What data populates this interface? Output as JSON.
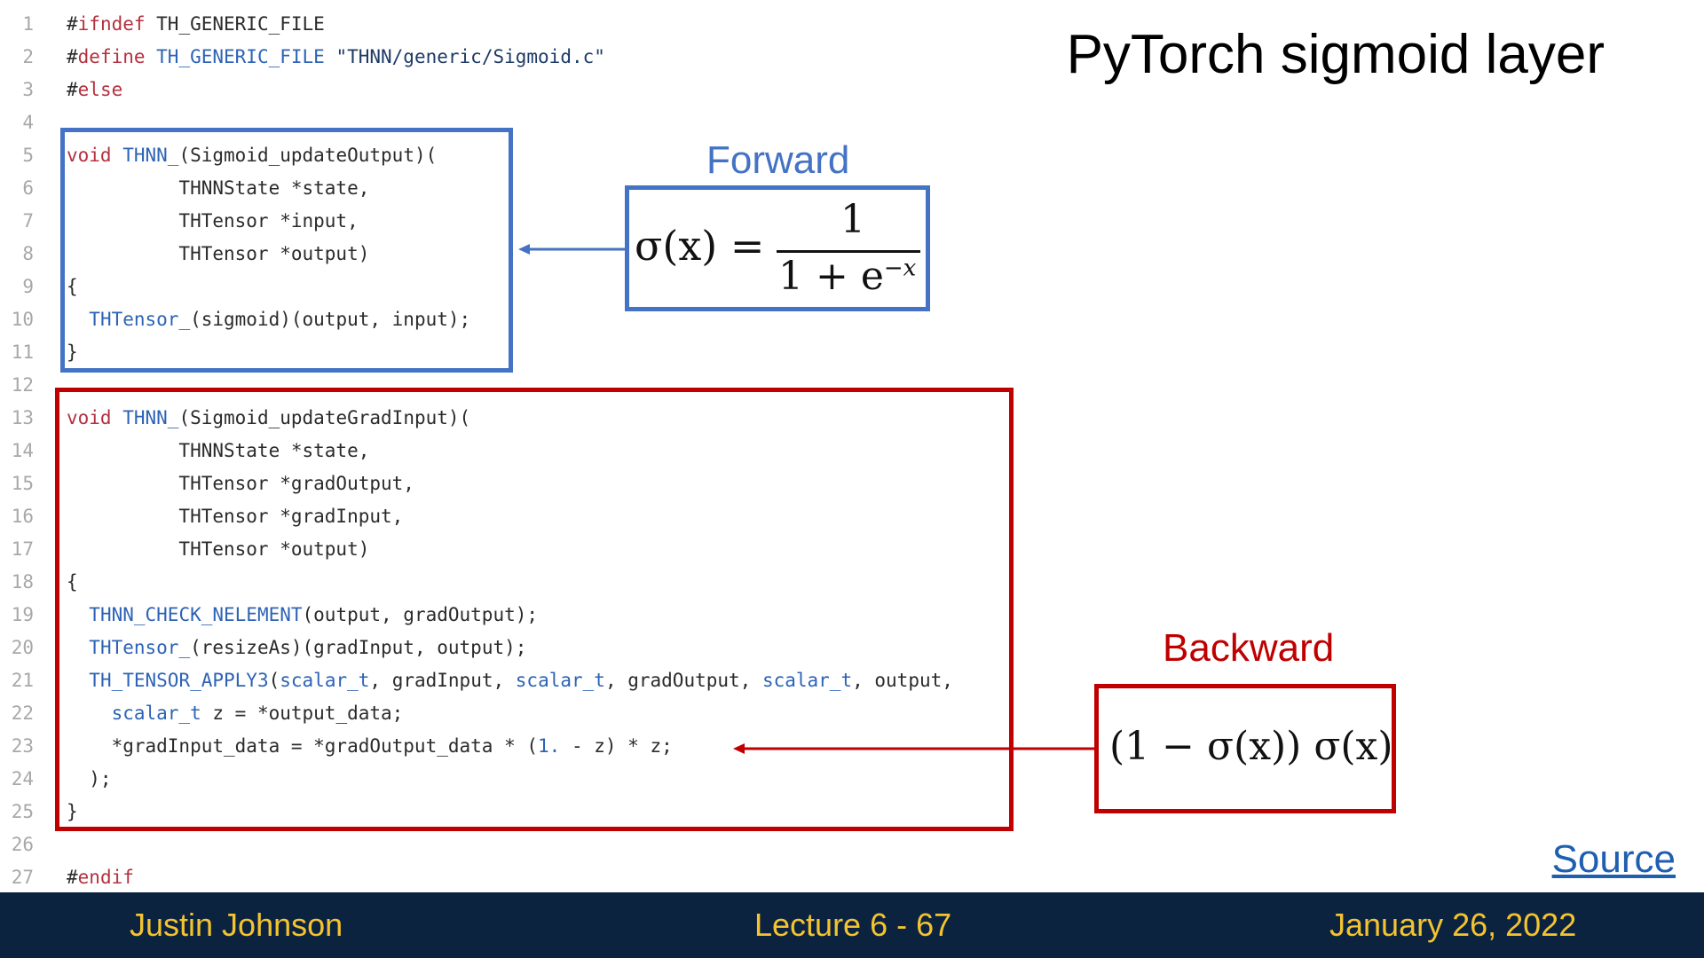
{
  "slide": {
    "title": "PyTorch sigmoid layer"
  },
  "code": {
    "line_numbers": [
      "1",
      "2",
      "3",
      "4",
      "5",
      "6",
      "7",
      "8",
      "9",
      "10",
      "11",
      "12",
      "13",
      "14",
      "15",
      "16",
      "17",
      "18",
      "19",
      "20",
      "21",
      "22",
      "23",
      "24",
      "25",
      "26",
      "27"
    ],
    "lines": [
      [
        {
          "t": "#",
          "c": ""
        },
        {
          "t": "ifndef",
          "c": "kw"
        },
        {
          "t": " TH_GENERIC_FILE",
          "c": ""
        }
      ],
      [
        {
          "t": "#",
          "c": ""
        },
        {
          "t": "define",
          "c": "kw"
        },
        {
          "t": " TH_GENERIC_FILE ",
          "c": "fn"
        },
        {
          "t": "\"THNN/generic/Sigmoid.c\"",
          "c": "str"
        }
      ],
      [
        {
          "t": "#",
          "c": ""
        },
        {
          "t": "else",
          "c": "kw"
        }
      ],
      [],
      [
        {
          "t": "void",
          "c": "kw"
        },
        {
          "t": " ",
          "c": ""
        },
        {
          "t": "THNN_",
          "c": "fn"
        },
        {
          "t": "(Sigmoid_updateOutput)(",
          "c": ""
        }
      ],
      [
        {
          "t": "          THNNState *state,",
          "c": ""
        }
      ],
      [
        {
          "t": "          THTensor *input,",
          "c": ""
        }
      ],
      [
        {
          "t": "          THTensor *output)",
          "c": ""
        }
      ],
      [
        {
          "t": "{",
          "c": ""
        }
      ],
      [
        {
          "t": "  ",
          "c": ""
        },
        {
          "t": "THTensor_",
          "c": "fn"
        },
        {
          "t": "(sigmoid)(output, input);",
          "c": ""
        }
      ],
      [
        {
          "t": "}",
          "c": ""
        }
      ],
      [],
      [
        {
          "t": "void",
          "c": "kw"
        },
        {
          "t": " ",
          "c": ""
        },
        {
          "t": "THNN_",
          "c": "fn"
        },
        {
          "t": "(Sigmoid_updateGradInput)(",
          "c": ""
        }
      ],
      [
        {
          "t": "          THNNState *state,",
          "c": ""
        }
      ],
      [
        {
          "t": "          THTensor *gradOutput,",
          "c": ""
        }
      ],
      [
        {
          "t": "          THTensor *gradInput,",
          "c": ""
        }
      ],
      [
        {
          "t": "          THTensor *output)",
          "c": ""
        }
      ],
      [
        {
          "t": "{",
          "c": ""
        }
      ],
      [
        {
          "t": "  ",
          "c": ""
        },
        {
          "t": "THNN_CHECK_NELEMENT",
          "c": "fn"
        },
        {
          "t": "(output, gradOutput);",
          "c": ""
        }
      ],
      [
        {
          "t": "  ",
          "c": ""
        },
        {
          "t": "THTensor_",
          "c": "fn"
        },
        {
          "t": "(resizeAs)(gradInput, output);",
          "c": ""
        }
      ],
      [
        {
          "t": "  ",
          "c": ""
        },
        {
          "t": "TH_TENSOR_APPLY3",
          "c": "fn"
        },
        {
          "t": "(",
          "c": ""
        },
        {
          "t": "scalar_t",
          "c": "fn"
        },
        {
          "t": ", gradInput, ",
          "c": ""
        },
        {
          "t": "scalar_t",
          "c": "fn"
        },
        {
          "t": ", gradOutput, ",
          "c": ""
        },
        {
          "t": "scalar_t",
          "c": "fn"
        },
        {
          "t": ", output,",
          "c": ""
        }
      ],
      [
        {
          "t": "    ",
          "c": ""
        },
        {
          "t": "scalar_t",
          "c": "fn"
        },
        {
          "t": " z = *output_data;",
          "c": ""
        }
      ],
      [
        {
          "t": "    *gradInput_data = *gradOutput_data * (",
          "c": ""
        },
        {
          "t": "1.",
          "c": "num"
        },
        {
          "t": " - z) * z;",
          "c": ""
        }
      ],
      [
        {
          "t": "  );",
          "c": ""
        }
      ],
      [
        {
          "t": "}",
          "c": ""
        }
      ],
      [],
      [
        {
          "t": "#",
          "c": ""
        },
        {
          "t": "endif",
          "c": "kw"
        }
      ]
    ]
  },
  "forward": {
    "label": "Forward",
    "lhs": "σ(x) =",
    "numerator": "1",
    "denominator_base": "1 + e",
    "denominator_exp": "−x"
  },
  "backward": {
    "label": "Backward",
    "formula": "(1 − σ(x)) σ(x)"
  },
  "source_link": "Source",
  "footer": {
    "author": "Justin Johnson",
    "lecture": "Lecture 6 - 67",
    "date": "January 26, 2022"
  },
  "colors": {
    "blue": "#4472c4",
    "red": "#c00000",
    "footer_bg": "#0c2340",
    "footer_text": "#f4c430"
  }
}
